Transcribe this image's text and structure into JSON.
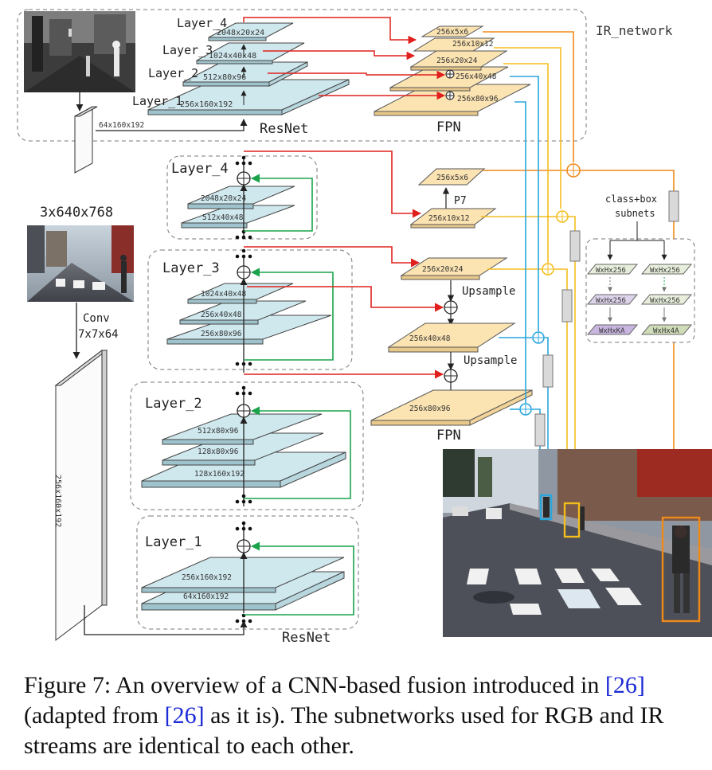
{
  "ir": {
    "network_label": "IR_network",
    "layers": [
      {
        "label": "Layer_4",
        "dim": "2048x20x24"
      },
      {
        "label": "Layer_3",
        "dim": "1024x40x48"
      },
      {
        "label": "Layer_2",
        "dim": "512x80x96"
      },
      {
        "label": "Layer_1",
        "dim": "256x160x192"
      }
    ],
    "stem_dim": "64x160x192",
    "resnet_label": "ResNet",
    "fpn_label": "FPN",
    "fpn_dims": [
      "256x5x6",
      "256x10x12",
      "256x20x24",
      "256x40x48",
      "256x80x96"
    ]
  },
  "rgb": {
    "input_dim": "3x640x768",
    "conv_label": "Conv",
    "conv_kernel": "7x7x64",
    "conv_out_dim": "256x160x192",
    "resnet_label": "ResNet",
    "fpn_label": "FPN",
    "layers": [
      {
        "label": "Layer_4",
        "dims": [
          "2048x20x24",
          "512x40x48"
        ]
      },
      {
        "label": "Layer_3",
        "dims": [
          "1024x40x48",
          "256x40x48",
          "256x80x96"
        ]
      },
      {
        "label": "Layer_2",
        "dims": [
          "512x80x96",
          "128x80x96",
          "128x160x192"
        ]
      },
      {
        "label": "Layer_1",
        "dims": [
          "256x160x192",
          "64x160x192"
        ]
      }
    ],
    "fpn": {
      "p7_dim": "256x5x6",
      "p7_label": "P7",
      "p6_dim": "256x10x12",
      "p5_dim": "256x20x24",
      "p4_dim": "256x40x48",
      "p3_dim": "256x80x96",
      "upsample_label": "Upsample"
    }
  },
  "subnet": {
    "title_line1": "class+box",
    "title_line2": "subnets",
    "cells": [
      "WxHx256",
      "WxHx256",
      "WxHx256",
      "WxHx256",
      "WxHxKA",
      "WxHx4A"
    ]
  },
  "caption": {
    "prefix": "Figure 7: An overview of a CNN-based fusion introduced in ",
    "ref1": "[26]",
    "middle": " (adapted from ",
    "ref2": "[26]",
    "suffix": " as it is). The subnetworks used for RGB and IR streams are identical to each other."
  },
  "colors": {
    "plate_blue": "#cfe8ee",
    "plate_yellow": "#fbe3b2",
    "arrow_red": "#e0201c",
    "arrow_green": "#1aa34a",
    "arrow_orange": "#ef8a1a",
    "arrow_yellow": "#f3bd1e",
    "arrow_blue": "#29a6de",
    "ref_link": "#1d2bd6"
  }
}
